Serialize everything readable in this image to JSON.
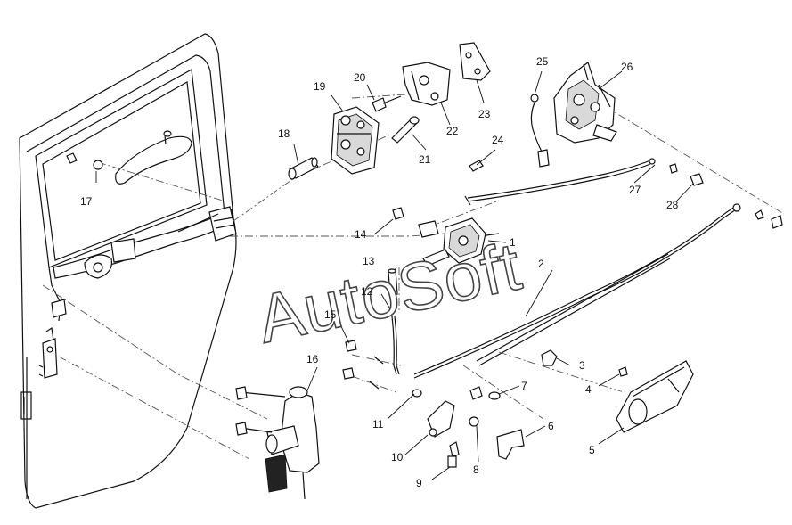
{
  "watermark": "AutoSoft",
  "callouts": {
    "c1": "1",
    "c2": "2",
    "c3": "3",
    "c4": "4",
    "c5": "5",
    "c6": "6",
    "c7": "7",
    "c8": "8",
    "c9": "9",
    "c10": "10",
    "c11": "11",
    "c12": "12",
    "c13": "13",
    "c14": "14",
    "c15": "15",
    "c16": "16",
    "c17": "17",
    "c18": "18",
    "c19": "19",
    "c20": "20",
    "c21": "21",
    "c22": "22",
    "c23": "23",
    "c24": "24",
    "c25": "25",
    "c26": "26",
    "c27": "27",
    "c28": "28"
  }
}
